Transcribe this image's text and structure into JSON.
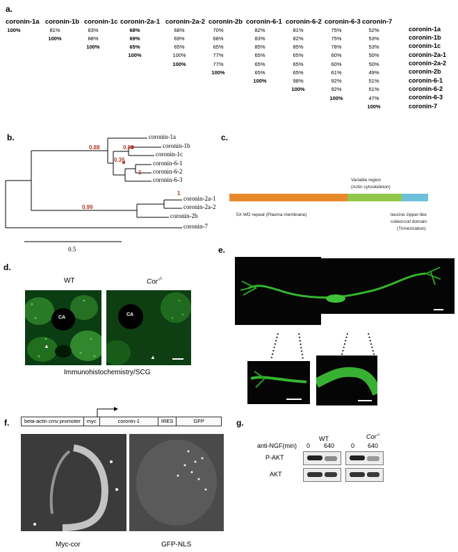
{
  "panels": {
    "a": "a.",
    "b": "b.",
    "c": "c.",
    "d": "d.",
    "e": "e.",
    "f": "f.",
    "g": "g."
  },
  "table_a": {
    "columns": [
      "coronin-1a",
      "coronin-1b",
      "coronin-1c",
      "coronin-2a-1",
      "coronin-2a-2",
      "coronin-2b",
      "coronin-6-1",
      "coronin-6-2",
      "coronin-6-3",
      "coronin-7"
    ],
    "rows": [
      [
        "100%",
        "81%",
        "83%",
        "68%",
        "68%",
        "70%",
        "82%",
        "81%",
        "75%",
        "52%"
      ],
      [
        "",
        "100%",
        "88%",
        "69%",
        "69%",
        "68%",
        "83%",
        "82%",
        "75%",
        "53%"
      ],
      [
        "",
        "",
        "100%",
        "65%",
        "65%",
        "65%",
        "85%",
        "85%",
        "78%",
        "53%"
      ],
      [
        "",
        "",
        "",
        "100%",
        "100%",
        "77%",
        "65%",
        "65%",
        "60%",
        "50%"
      ],
      [
        "",
        "",
        "",
        "",
        "100%",
        "77%",
        "65%",
        "65%",
        "60%",
        "50%"
      ],
      [
        "",
        "",
        "",
        "",
        "",
        "100%",
        "65%",
        "65%",
        "61%",
        "49%"
      ],
      [
        "",
        "",
        "",
        "",
        "",
        "",
        "100%",
        "98%",
        "92%",
        "51%"
      ],
      [
        "",
        "",
        "",
        "",
        "",
        "",
        "",
        "100%",
        "92%",
        "51%"
      ],
      [
        "",
        "",
        "",
        "",
        "",
        "",
        "",
        "",
        "100%",
        "47%"
      ],
      [
        "",
        "",
        "",
        "",
        "",
        "",
        "",
        "",
        "",
        "100%"
      ]
    ],
    "row_labels": [
      "coronin-1a",
      "coronin-1b",
      "coronin-1c",
      "coronin-2a-1",
      "coronin-2a-2",
      "coronin-2b",
      "coronin-6-1",
      "coronin-6-2",
      "coronin-6-3",
      "coronin-7"
    ]
  },
  "tree_b": {
    "leaves": [
      "coronin-1a",
      "coronin-1b",
      "coronin-1c",
      "coronin-6-1",
      "coronin-6-2",
      "coronin-6-3",
      "coronin-2a-1",
      "coronin-2a-2",
      "coronin-2b",
      "coronin-7"
    ],
    "bootstrap": [
      "0.88",
      "0.88",
      "0.35",
      "1",
      "1",
      "0.99"
    ],
    "scale": "0.5"
  },
  "domains_c": {
    "variable_title": "Variable region",
    "variable_sub": "(Actin cytoskeleton)",
    "wd_label": "5X WD repeat (Plasma membrane)",
    "leucine_label": "leucine  zipper-like",
    "coiled_label": "coiled-coil  domain",
    "trimer_label": "(Trimerization)",
    "colors": {
      "wd": "#e8892b",
      "variable": "#92c84a",
      "coiled": "#6ec0dc"
    }
  },
  "panel_d": {
    "wt_label": "WT",
    "cor_label": "Cor",
    "cor_sup": "-/-",
    "ca": "CA",
    "caption": "Immunohistochemistry/SCG"
  },
  "panel_f": {
    "construct": [
      "beta-actin cmv promoter",
      "myc",
      "coronin-1",
      "IRES",
      "GFP"
    ],
    "left_caption": "Myc-cor",
    "right_caption": "GFP-NLS"
  },
  "panel_g": {
    "wt": "WT",
    "cor": "Cor",
    "cor_sup": "-/-",
    "treatment": "anti-NGF(min)",
    "times": [
      "0",
      "640",
      "0",
      "640"
    ],
    "rows": [
      "P-AKT",
      "AKT"
    ]
  }
}
